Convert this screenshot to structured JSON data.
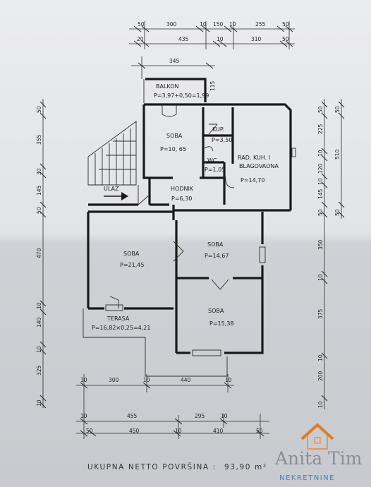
{
  "rooms": {
    "balkon": {
      "name": "BALKON",
      "area": "P=3,97+0,50=1,99"
    },
    "soba_top": {
      "name": "SOBA",
      "area": "P=10, 65"
    },
    "kup": {
      "name": "KUP.",
      "area": "P=3,50"
    },
    "wc": {
      "name": "WC",
      "area": "P=1,05"
    },
    "kuhinja": {
      "name": "RAD. KUH. I",
      "name2": "BLAGOVAONA",
      "area": "P=14,70"
    },
    "hodnik": {
      "name": "HODNIK",
      "area": "P=6,30"
    },
    "ulaz": {
      "name": "ULAZ"
    },
    "soba_left": {
      "name": "SOBA",
      "area": "P=21,45"
    },
    "soba_mid": {
      "name": "SOBA",
      "area": "P=14,67"
    },
    "soba_bottom": {
      "name": "SOBA",
      "area": "P=15,38"
    },
    "terasa": {
      "name": "TERASA",
      "area": "P=16,82×0,25=4,21"
    }
  },
  "dims_top_row1": [
    "50",
    "300",
    "10",
    "150",
    "10",
    "255",
    "50"
  ],
  "dims_top_row2": [
    "20",
    "435",
    "10",
    "310",
    "50"
  ],
  "dims_balkon": [
    "345",
    "115"
  ],
  "dims_left": [
    "50",
    "355",
    "30",
    "145",
    "50",
    "470",
    "10",
    "140",
    "10",
    "325",
    "10"
  ],
  "dims_right_inner": [
    "50",
    "225",
    "10",
    "120",
    "10",
    "145",
    "50",
    "350",
    "10",
    "375",
    "10",
    "200",
    "10"
  ],
  "dims_right_outer": [
    "50",
    "510",
    "50"
  ],
  "dims_bottom_inner": [
    "10",
    "300",
    "10",
    "440",
    "10"
  ],
  "dims_bottom_row1": [
    "10",
    "455",
    "295",
    "10"
  ],
  "dims_bottom_row2": [
    "50",
    "450",
    "10",
    "410",
    "50"
  ],
  "footer": {
    "label": "UKUPNA  NETTO  POVRŠINA :",
    "value": "93,90 m²"
  },
  "watermark": {
    "name": "Anita Tim",
    "sub": "NEKRETNINE"
  },
  "colors": {
    "paper_top": "#e9eaec",
    "paper_bottom": "#cfd1d6",
    "ink": "#1a1a1a",
    "logo_orange": "#e07b2a",
    "logo_blue": "#3d84b5"
  }
}
